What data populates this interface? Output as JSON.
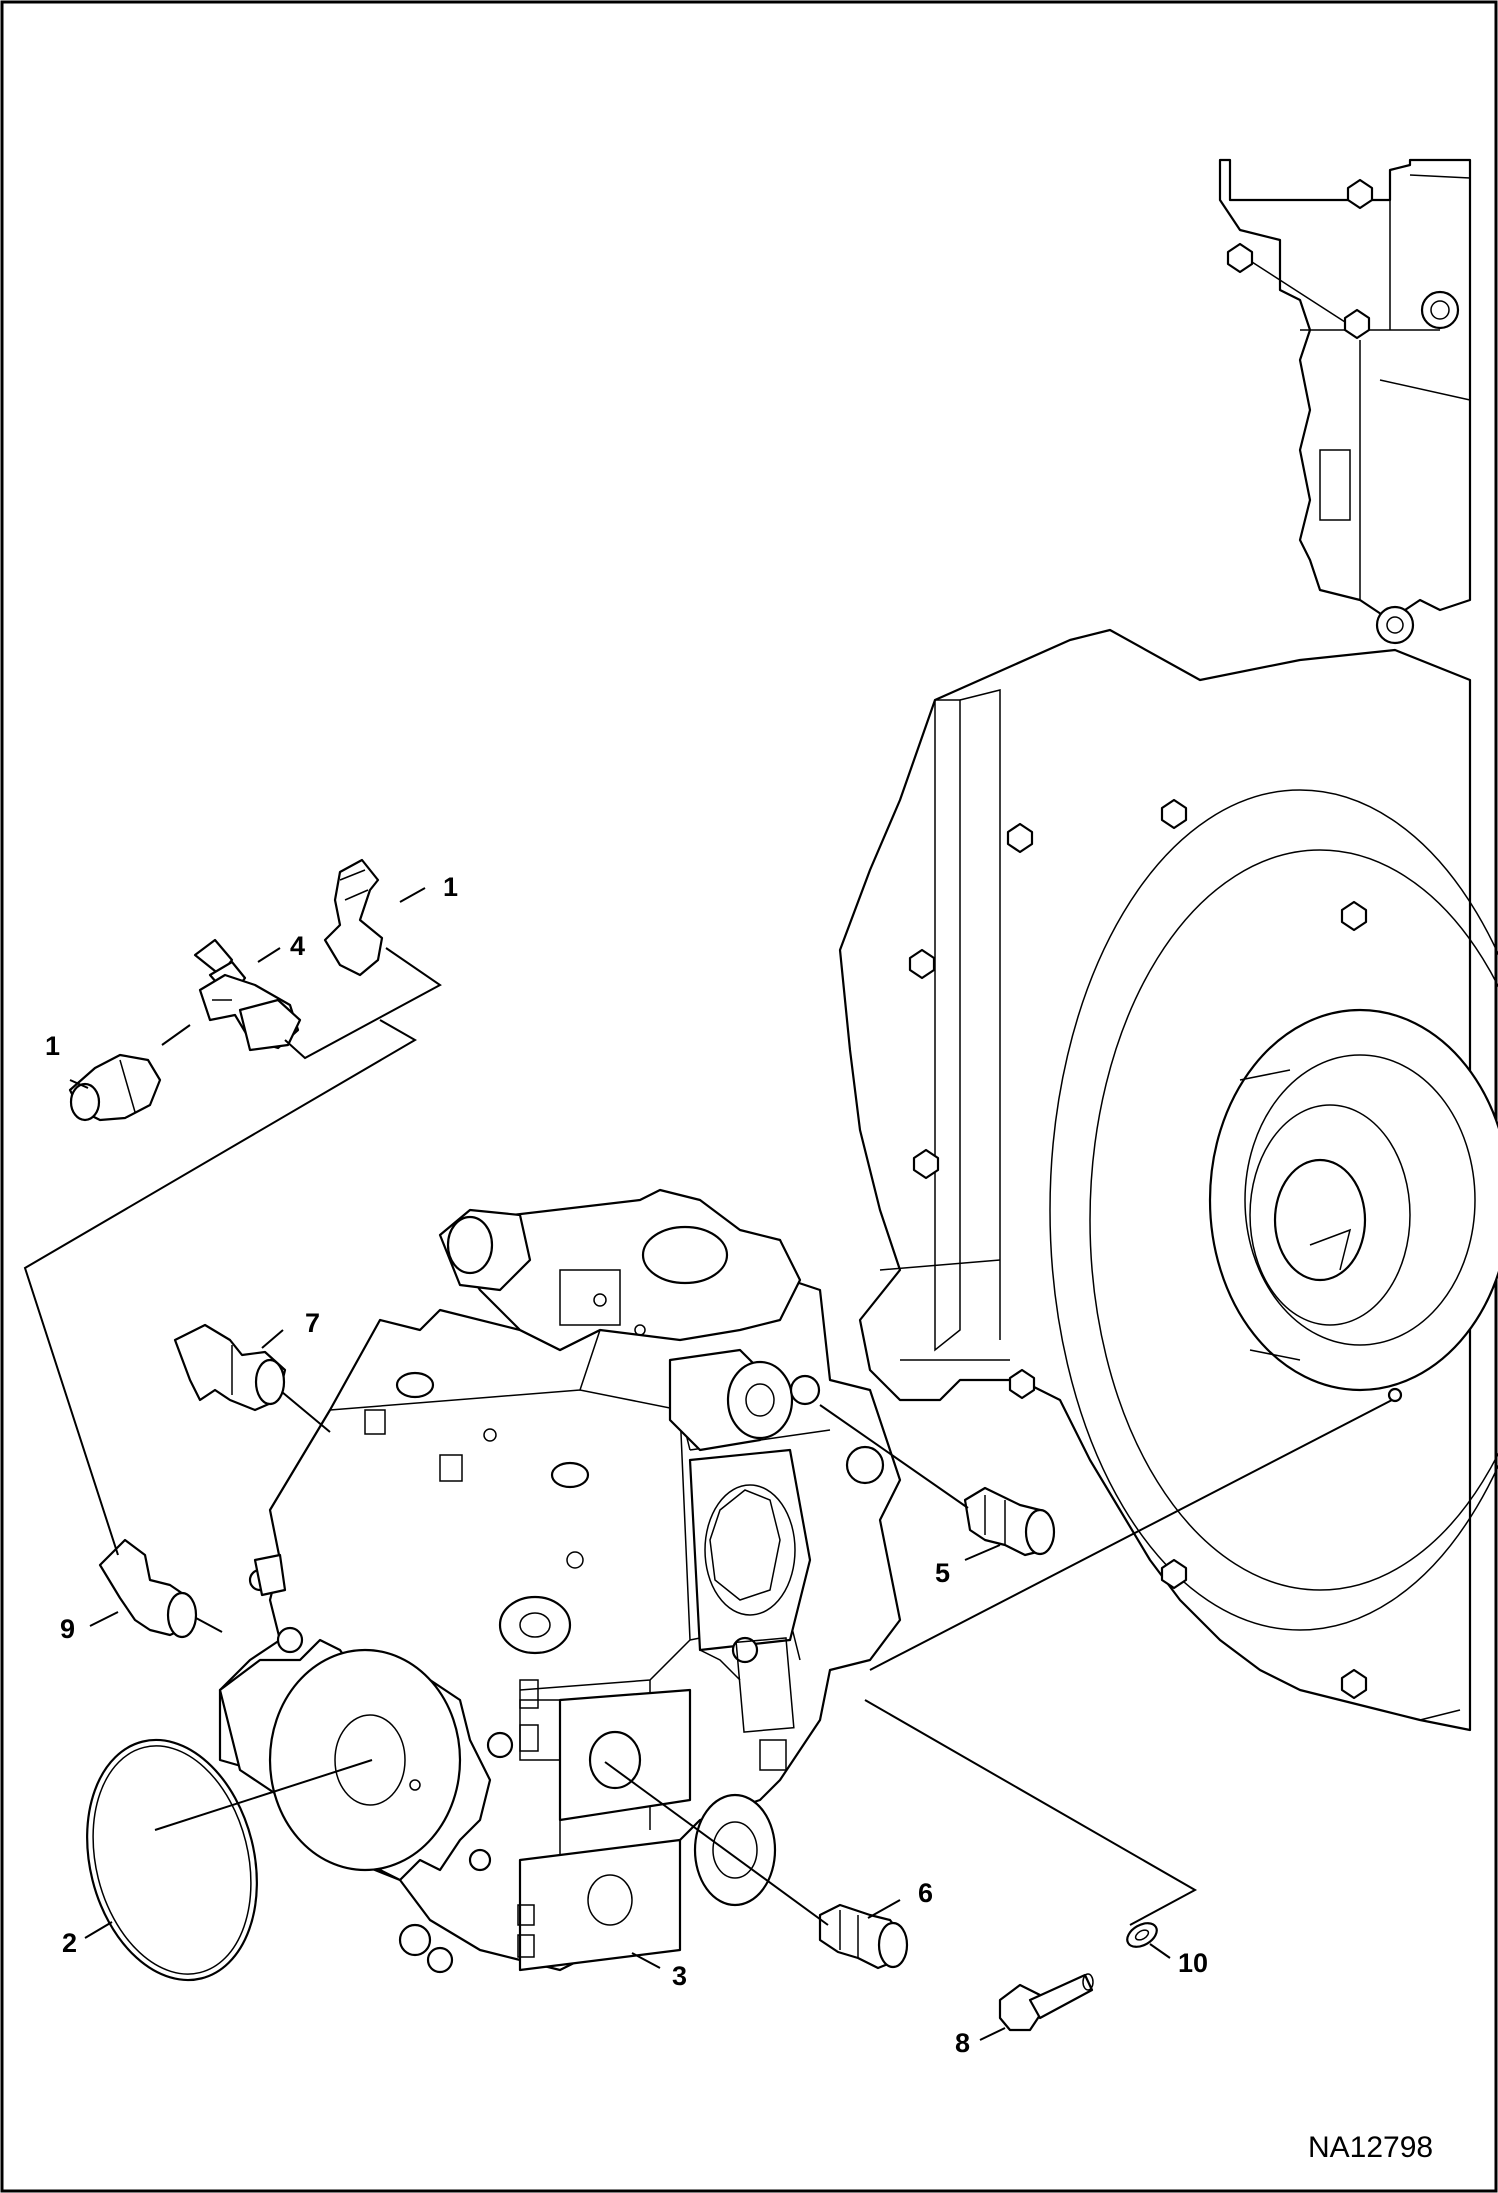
{
  "diagram": {
    "reference_code": "NA12798",
    "callouts": [
      {
        "id": "c1a",
        "label": "1"
      },
      {
        "id": "c1b",
        "label": "1"
      },
      {
        "id": "c2",
        "label": "2"
      },
      {
        "id": "c3",
        "label": "3"
      },
      {
        "id": "c4",
        "label": "4"
      },
      {
        "id": "c5",
        "label": "5"
      },
      {
        "id": "c6",
        "label": "6"
      },
      {
        "id": "c7",
        "label": "7"
      },
      {
        "id": "c8",
        "label": "8"
      },
      {
        "id": "c9",
        "label": "9"
      },
      {
        "id": "c10",
        "label": "10"
      }
    ]
  }
}
